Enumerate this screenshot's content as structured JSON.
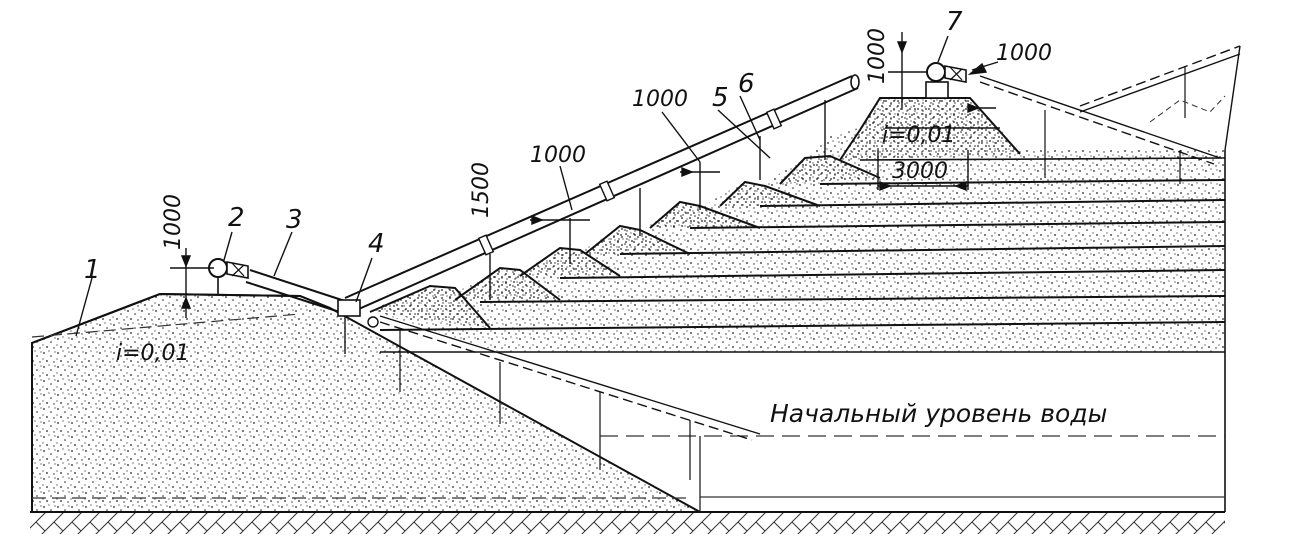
{
  "callouts": {
    "c1": "1",
    "c2": "2",
    "c3": "3",
    "c4": "4",
    "c5": "5",
    "c6": "6",
    "c7": "7"
  },
  "dimensions": {
    "pipe_height_left": "1000",
    "pipe_height_right": "1000",
    "offset_top_right": "1000",
    "offset_mid": "1000",
    "offset_lower": "1000",
    "offset_1500": "1500",
    "width_3000": "3000"
  },
  "slopes": {
    "left": "i=0,01",
    "top": "i=0,01"
  },
  "water_level_caption": "Начальный уровень воды"
}
